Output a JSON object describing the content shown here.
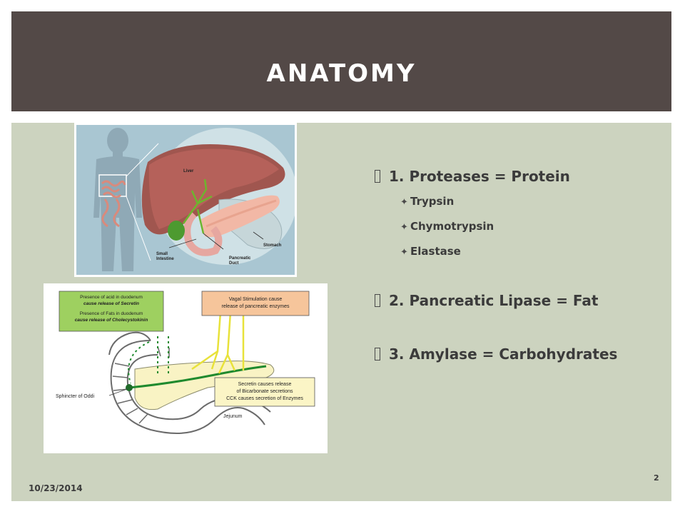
{
  "slide": {
    "title": "ANATOMY",
    "date": "10/23/2014",
    "page_number": "2"
  },
  "bullets": [
    {
      "text": "1. Proteases = Protein",
      "sub": [
        "Trypsin",
        "Chymotrypsin",
        "Elastase"
      ]
    },
    {
      "text": "2. Pancreatic Lipase = Fat",
      "sub": []
    },
    {
      "text": "3. Amylase = Carbohydrates",
      "sub": []
    }
  ],
  "anatomy_image": {
    "labels": {
      "liver": "Liver",
      "stomach": "Stomach",
      "small_intestine_1": "Small",
      "small_intestine_2": "Intestine",
      "pancreatic_duct_1": "Pancreatic",
      "pancreatic_duct_2": "Duct"
    }
  },
  "diagram_image": {
    "box_green": [
      "Presence of acid in duodenum",
      "cause release of Secretin",
      "Presence of Fats in duodenum",
      "cause release of Cholecystokinin"
    ],
    "box_orange": [
      "Vagal Stimulation cause",
      "release of pancreatic enzymes"
    ],
    "box_lower": [
      "Secretin causes release",
      "of Bicarbonate secretions",
      "CCK causes secretion of Enzymes"
    ],
    "sphincter_label": "Sphincter of Oddi",
    "jejunum_label": "Jejunum"
  },
  "colors": {
    "header_bg": "#534947",
    "content_bg": "#ccd3bf",
    "text": "#3b3b3b"
  }
}
